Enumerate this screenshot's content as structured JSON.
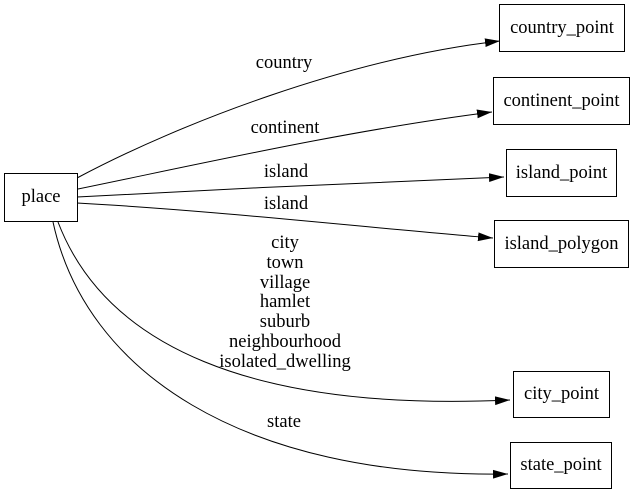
{
  "colors": {
    "background": "#ffffff",
    "stroke": "#000000",
    "text": "#000000"
  },
  "nodes": {
    "place": {
      "label": "place"
    },
    "country_point": {
      "label": "country_point"
    },
    "continent_point": {
      "label": "continent_point"
    },
    "island_point": {
      "label": "island_point"
    },
    "island_polygon": {
      "label": "island_polygon"
    },
    "city_point": {
      "label": "city_point"
    },
    "state_point": {
      "label": "state_point"
    }
  },
  "edges": [
    {
      "from": "place",
      "to": "country_point",
      "label": "country"
    },
    {
      "from": "place",
      "to": "continent_point",
      "label": "continent"
    },
    {
      "from": "place",
      "to": "island_point",
      "label": "island"
    },
    {
      "from": "place",
      "to": "island_polygon",
      "label": "island"
    },
    {
      "from": "place",
      "to": "city_point",
      "label_lines": [
        "city",
        "town",
        "village",
        "hamlet",
        "suburb",
        "neighbourhood",
        "isolated_dwelling"
      ]
    },
    {
      "from": "place",
      "to": "state_point",
      "label": "state"
    }
  ]
}
